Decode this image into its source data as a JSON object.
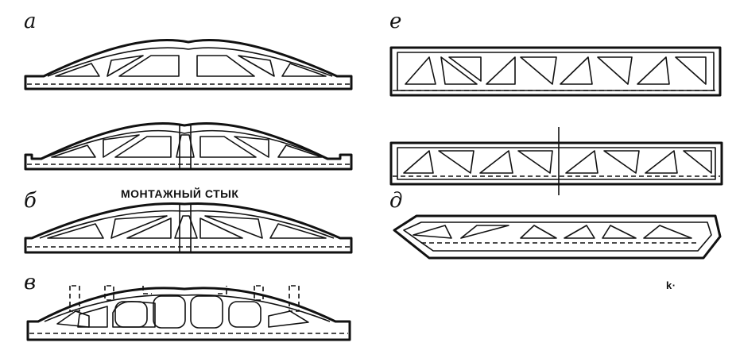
{
  "labels": {
    "a": "а",
    "b": "б",
    "v": "в",
    "d": "д",
    "e": "е"
  },
  "caption": "МОНТАЖНЫЙ СТЫК",
  "stray_mark": "k·"
}
